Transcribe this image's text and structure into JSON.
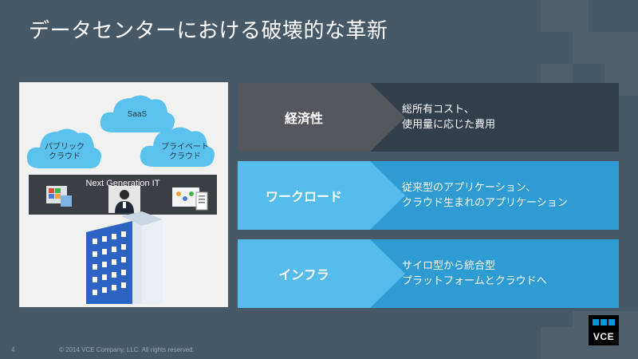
{
  "slide": {
    "title": "データセンターにおける破壊的な革新",
    "page_number": "4",
    "copyright": "© 2014 VCE Company, LLC. All rights reserved.",
    "logo_text": "VCE"
  },
  "diagram": {
    "clouds": {
      "saas": "SaaS",
      "public_line1": "パブリック",
      "public_line2": "クラウド",
      "private_line1": "プライベート",
      "private_line2": "クラウド"
    },
    "it_bar_label": "Next Generation IT",
    "icons": [
      "blocks-icon",
      "person-icon",
      "document-icon",
      "building-icon"
    ]
  },
  "rows": [
    {
      "label": "経済性",
      "desc_line1": "総所有コスト、",
      "desc_line2": "使用量に応じた費用",
      "color": "#3a4a58"
    },
    {
      "label": "ワークロード",
      "desc_line1": "従来型のアプリケーション、",
      "desc_line2": "クラウド生まれのアプリケーション",
      "color": "#3aa6dc"
    },
    {
      "label": "インフラ",
      "desc_line1": "サイロ型から統合型",
      "desc_line2": "プラットフォームとクラウドへ",
      "color": "#3aa6dc"
    }
  ],
  "colors": {
    "background": "#475866",
    "row_dark_chevron": "#54585e",
    "row_dark_body": "#323f4b",
    "row_blue_chevron": "#55bcec",
    "row_blue_body": "#2f9bd3",
    "logo_accent": "#0098d8"
  }
}
